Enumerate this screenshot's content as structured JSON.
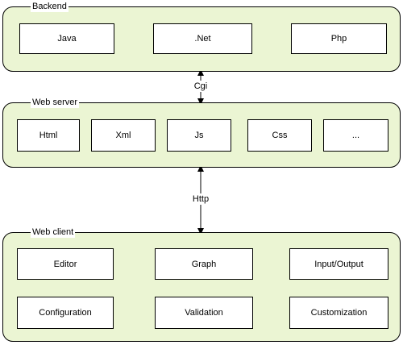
{
  "layers": {
    "backend": {
      "title": "Backend",
      "items": [
        "Java",
        ".Net",
        "Php"
      ]
    },
    "web_server": {
      "title": "Web server",
      "items": [
        "Html",
        "Xml",
        "Js",
        "Css",
        "..."
      ]
    },
    "web_client": {
      "title": "Web client",
      "items": [
        "Editor",
        "Graph",
        "Input/Output",
        "Configuration",
        "Validation",
        "Customization"
      ]
    }
  },
  "connectors": {
    "backend_to_server": "Cgi",
    "server_to_client": "Http"
  },
  "colors": {
    "layer_fill": "#ebf5d3",
    "box_fill": "#ffffff",
    "stroke": "#000000"
  }
}
